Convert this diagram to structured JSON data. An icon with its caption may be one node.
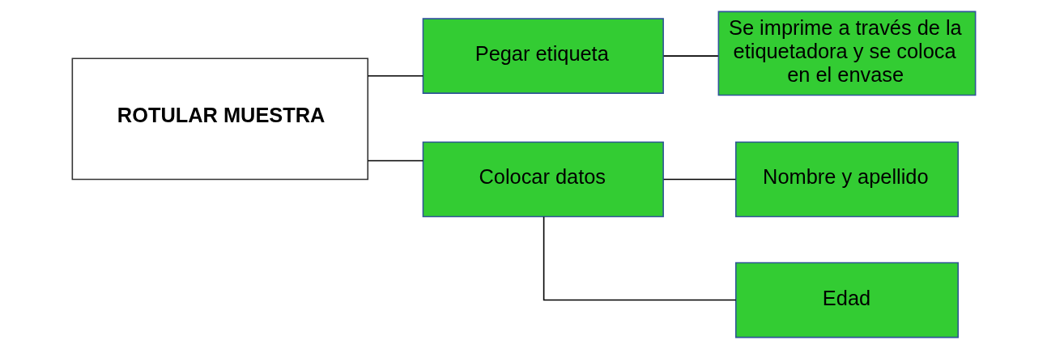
{
  "diagram": {
    "nodes": [
      {
        "text": [
          "ROTULAR MUESTRA"
        ]
      },
      {
        "text": [
          "Pegar etiqueta"
        ]
      },
      {
        "text": [
          "Se imprime a través de la etiquetadora y se coloca en el envase"
        ]
      },
      {
        "text": [
          "Colocar datos"
        ]
      },
      {
        "text": [
          "Nombre y apellido"
        ]
      },
      {
        "text": [
          "Edad"
        ]
      }
    ],
    "edges": [
      {
        "from": 0,
        "to": 1,
        "arrow": "none"
      },
      {
        "from": 0,
        "to": 3,
        "arrow": "none"
      },
      {
        "from": 1,
        "to": 2,
        "arrow": "none"
      },
      {
        "from": 3,
        "to": 4,
        "arrow": "none"
      },
      {
        "from": 3,
        "to": 5,
        "arrow": "none"
      }
    ]
  }
}
